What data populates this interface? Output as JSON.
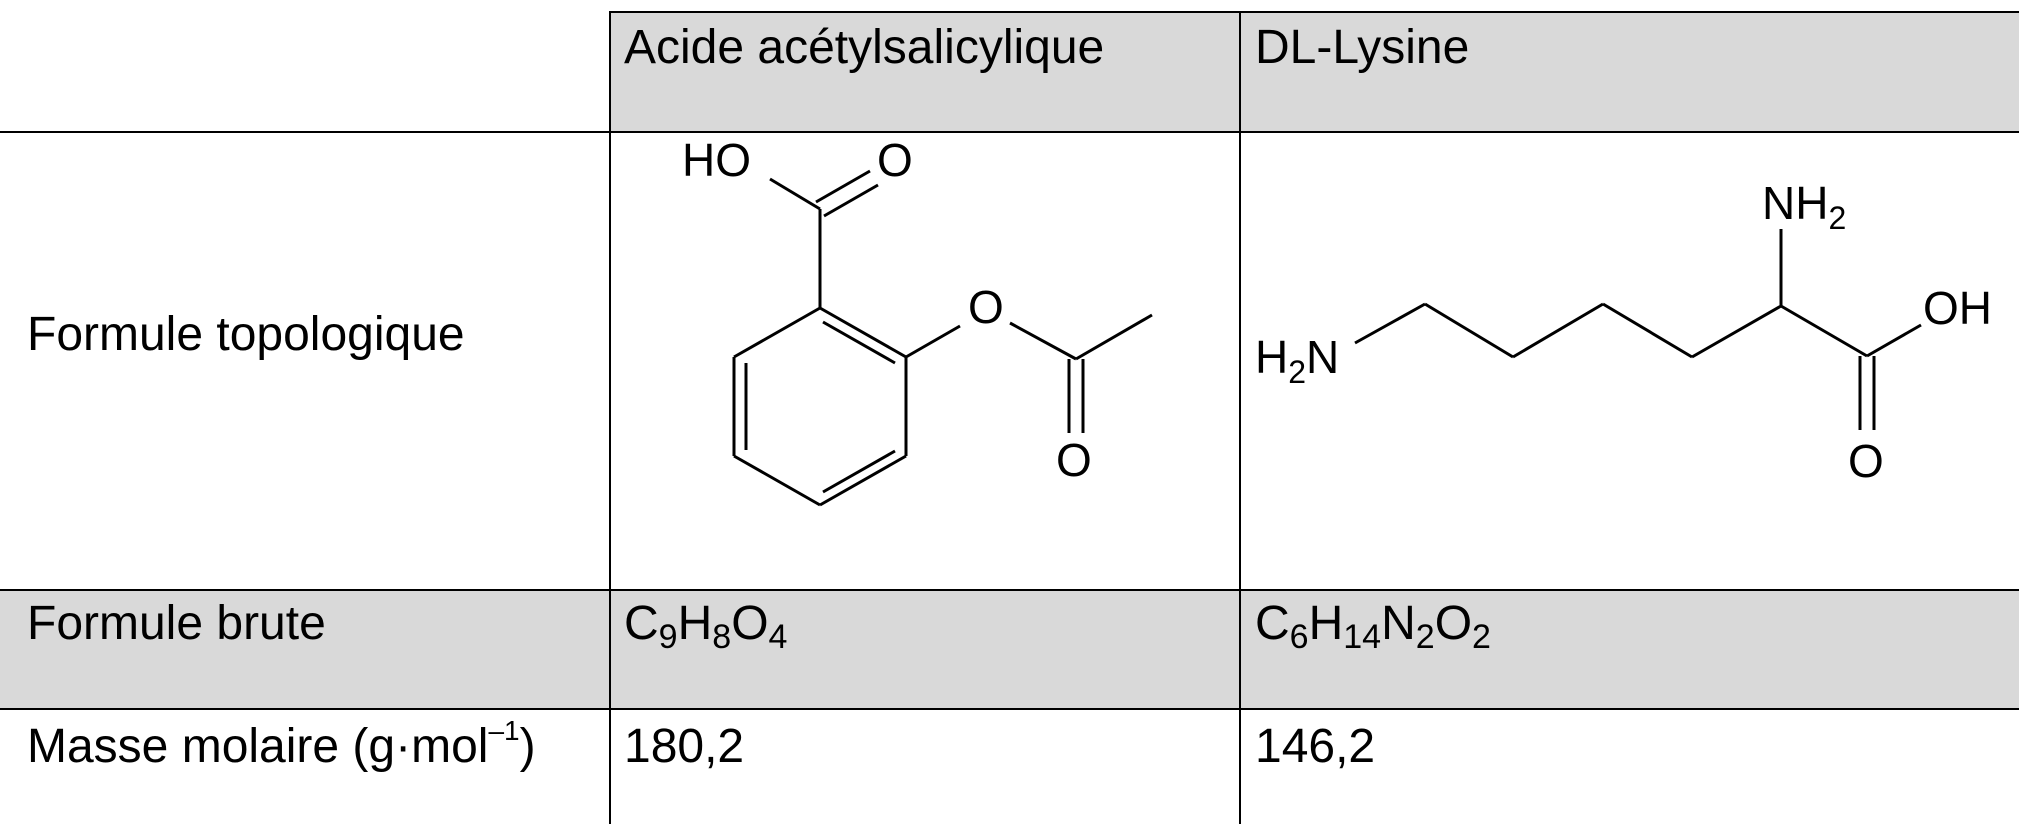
{
  "table": {
    "columns": {
      "compound1": "Acide acétylsalicylique",
      "compound2": "DL-Lysine"
    },
    "rows": {
      "topological": {
        "label": "Formule topologique"
      },
      "raw_formula": {
        "label": "Formule brute",
        "compound1": {
          "parts": [
            "C",
            "9",
            "H",
            "8",
            "O",
            "4"
          ]
        },
        "compound2": {
          "parts": [
            "C",
            "6",
            "H",
            "14",
            "N",
            "2",
            "O",
            "2"
          ]
        }
      },
      "molar_mass": {
        "label_main": "Masse molaire (g·mol",
        "label_exp": "–1",
        "label_close": ")",
        "compound1": "180,2",
        "compound2": "146,2"
      }
    },
    "aspirin_atoms": {
      "ho": "HO",
      "carbonyl_o": "O",
      "ester_o": "O",
      "acetyl_o": "O"
    },
    "lysine_atoms": {
      "n_terminal": "N",
      "h2_left_h": "H",
      "h2_left_sub": "2",
      "alpha_n": "NH",
      "alpha_sub": "2",
      "oh": "OH",
      "carbonyl_o": "O"
    }
  }
}
